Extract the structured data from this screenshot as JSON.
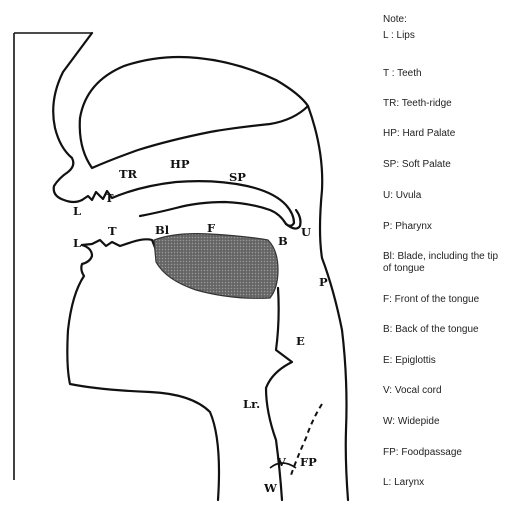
{
  "diagram": {
    "labels": {
      "L_upper": "L",
      "T_upper": "T",
      "TR": "TR",
      "HP": "HP",
      "SP": "SP",
      "U": "U",
      "L_lower": "L",
      "T_lower": "T",
      "Bl": "Bl",
      "F": "F",
      "B": "B",
      "P": "P",
      "E": "E",
      "Lr": "Lr.",
      "V": "V",
      "W": "W",
      "FP": "FP"
    }
  },
  "legend": {
    "title": "Note:",
    "items": [
      "L : Lips",
      "T : Teeth",
      "TR: Teeth-ridge",
      "HP: Hard Palate",
      "SP: Soft Palate",
      "U: Uvula",
      "P: Pharynx",
      "Bl: Blade, including the tip of tongue",
      "F: Front of the tongue",
      "B: Back of the tongue",
      "E: Epiglottis",
      "V: Vocal cord",
      "W: Widepide",
      "FP: Foodpassage",
      "L: Larynx"
    ]
  }
}
